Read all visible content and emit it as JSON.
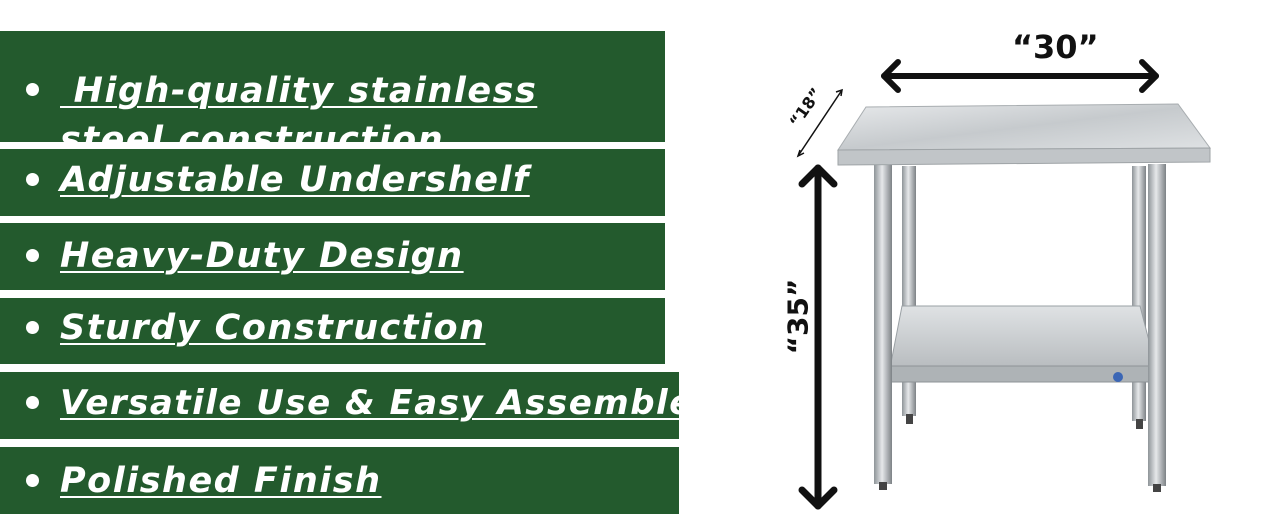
{
  "colors": {
    "band_green": "#235a2d",
    "text": "#ffffff",
    "arrow": "#111111"
  },
  "features": [
    {
      "icon": "bullet-icon",
      "lines": [
        " High-quality stainless",
        "steel construction"
      ]
    },
    {
      "icon": "bullet-icon",
      "lines": [
        "Adjustable Undershelf"
      ]
    },
    {
      "icon": "bullet-icon",
      "lines": [
        "Heavy-Duty Design"
      ]
    },
    {
      "icon": "bullet-icon",
      "lines": [
        "Sturdy Construction"
      ]
    },
    {
      "icon": "bullet-icon",
      "lines": [
        "Versatile Use & Easy Assemble"
      ]
    },
    {
      "icon": "bullet-icon",
      "lines": [
        "Polished Finish"
      ]
    }
  ],
  "dimensions": {
    "width": "“30”",
    "height": "“35”",
    "depth": "“18”"
  }
}
